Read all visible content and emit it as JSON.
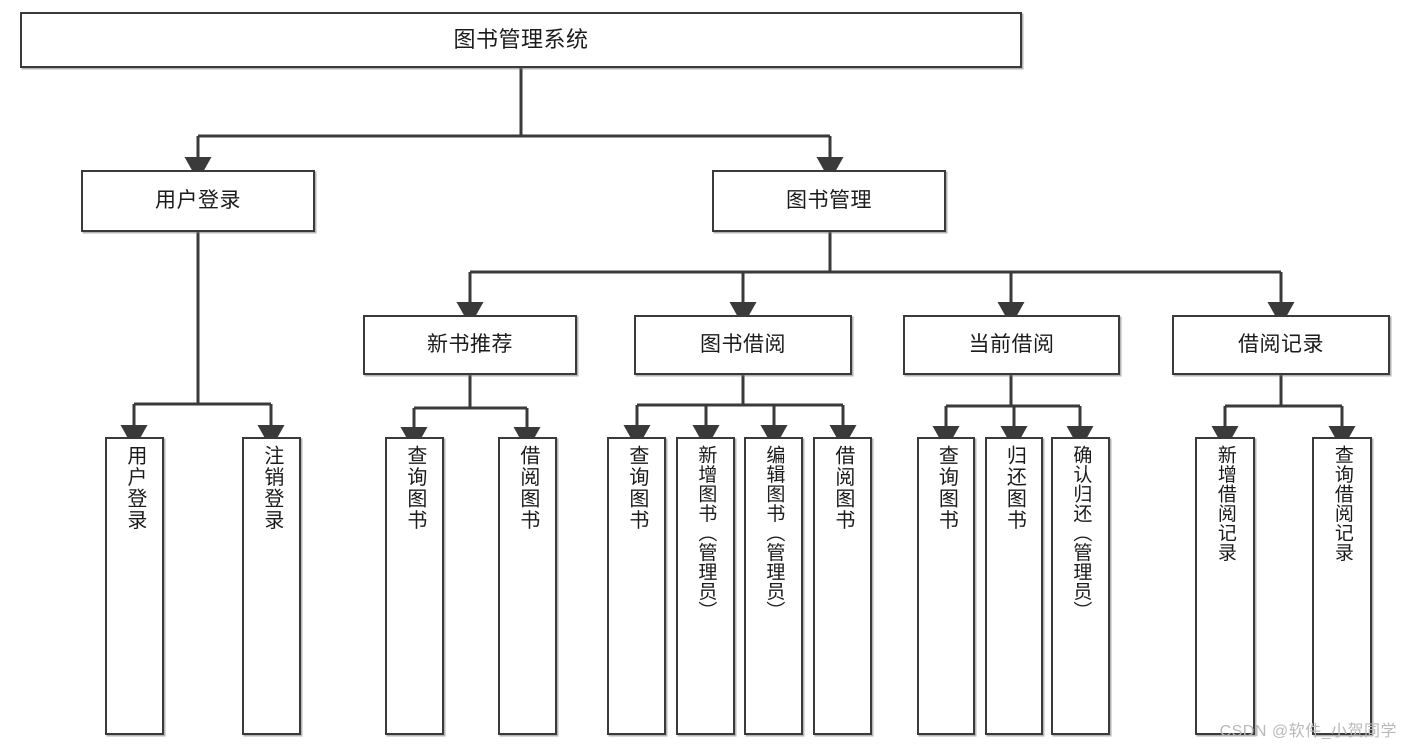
{
  "diagram": {
    "title": "图书管理系统",
    "type": "hierarchy-tree",
    "watermark": "CSDN @软件_小贺同学",
    "colors": {
      "box_border": "#3a3a3a",
      "box_fill": "#ffffff",
      "connector": "#3a3a3a",
      "text": "#1b1b1b",
      "watermark": "#b9b9b9"
    },
    "levels": {
      "root": "图书管理系统",
      "level2": [
        "用户登录",
        "图书管理"
      ],
      "level3": [
        "新书推荐",
        "图书借阅",
        "当前借阅",
        "借阅记录"
      ]
    },
    "nodes": {
      "root": {
        "label": "图书管理系统"
      },
      "user_login": {
        "label": "用户登录"
      },
      "book_manage": {
        "label": "图书管理"
      },
      "new_book_rec": {
        "label": "新书推荐"
      },
      "book_borrow": {
        "label": "图书借阅"
      },
      "current_borrow": {
        "label": "当前借阅"
      },
      "borrow_record": {
        "label": "借阅记录"
      },
      "leaf_user_login": {
        "label": "用户登录"
      },
      "leaf_user_logout": {
        "label": "注销登录"
      },
      "leaf_query_book_a": {
        "label": "查询图书"
      },
      "leaf_borrow_book_a": {
        "label": "借阅图书"
      },
      "leaf_query_book_b": {
        "label": "查询图书"
      },
      "leaf_add_book": {
        "label": "新增图书（管理员）"
      },
      "leaf_edit_book": {
        "label": "编辑图书（管理员）"
      },
      "leaf_borrow_book_b": {
        "label": "借阅图书"
      },
      "leaf_query_book_c": {
        "label": "查询图书"
      },
      "leaf_return_book": {
        "label": "归还图书"
      },
      "leaf_confirm_return": {
        "label": "确认归还（管理员）"
      },
      "leaf_add_record": {
        "label": "新增借阅记录"
      },
      "leaf_query_record": {
        "label": "查询借阅记录"
      }
    },
    "tree": [
      {
        "label": "用户登录",
        "children": [
          "用户登录",
          "注销登录"
        ]
      },
      {
        "label": "图书管理",
        "children": [
          {
            "label": "新书推荐",
            "children": [
              "查询图书",
              "借阅图书"
            ]
          },
          {
            "label": "图书借阅",
            "children": [
              "查询图书",
              "新增图书（管理员）",
              "编辑图书（管理员）",
              "借阅图书"
            ]
          },
          {
            "label": "当前借阅",
            "children": [
              "查询图书",
              "归还图书",
              "确认归还（管理员）"
            ]
          },
          {
            "label": "借阅记录",
            "children": [
              "新增借阅记录",
              "查询借阅记录"
            ]
          }
        ]
      }
    ]
  }
}
